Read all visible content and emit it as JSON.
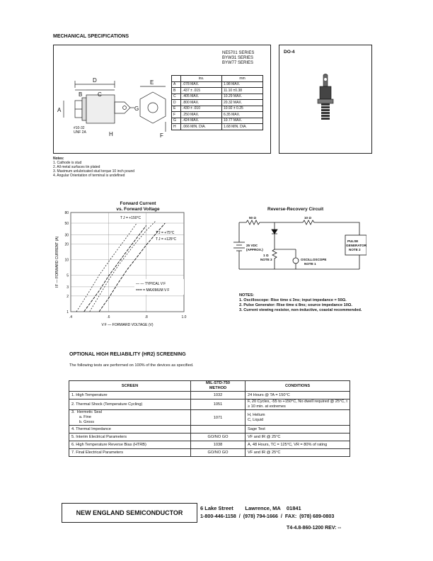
{
  "mech": {
    "title": "MECHANICAL SPECIFICATIONS",
    "series": [
      "NE5701 SERIES",
      "BYW31 SERIES",
      "BYW77 SERIES"
    ],
    "dim_header": [
      "",
      "ins.",
      "mm"
    ],
    "dims": [
      [
        "A",
        ".078 MAX.",
        "1.98 MAX."
      ],
      [
        "B",
        ".437 ± .015",
        "11.10 ±0.38"
      ],
      [
        "C",
        ".405 MAX.",
        "10.29 MAX."
      ],
      [
        "D",
        ".800 MAX.",
        "20.32 MAX."
      ],
      [
        "E",
        ".430 ± .010",
        "10.92 ± 0.25"
      ],
      [
        "F",
        ".250 MAX.",
        "6.35 MAX."
      ],
      [
        "G",
        ".424 MAX.",
        "10.77 MAX."
      ],
      [
        "H",
        ".066 MIN. DIA.",
        "1.68 MIN. DIA."
      ]
    ],
    "drawing_labels": {
      "a": "A",
      "b": "B",
      "c": "C",
      "d": "D",
      "e": "E",
      "f": "F",
      "g": "G",
      "h": "H",
      "thread": "#10-32\nUNF 2A"
    },
    "package": "DO-4",
    "notes_title": "Notes:",
    "notes": [
      "1.  Cathode is stud",
      "2.  All metal surfaces tin plated",
      "3.  Maximum unlubricated stud torque 10 inch pound",
      "4.  Angular Orientation of terminal is undefined"
    ]
  },
  "chart_data": {
    "type": "line",
    "title": "Forward Current\nvs. Forward Voltage",
    "xlabel": "V F — FORWARD VOLTAGE (V)",
    "ylabel": "I F — FORWARD CURRENT (A)",
    "x_ticks": [
      ".4",
      ".6",
      ".8",
      "1.0"
    ],
    "y_ticks": [
      "80",
      "50",
      "30",
      "20",
      "10",
      "5",
      "3",
      "2",
      "1"
    ],
    "xlim": [
      0.4,
      1.0
    ],
    "ylim": [
      1,
      80
    ],
    "yscale": "log",
    "curve_labels": [
      "T J = +150°C",
      "T J = +75°C",
      "T J = +125°C"
    ],
    "legend": [
      "— — TYPICAL V F",
      "=== = MAXIMUM V F"
    ],
    "series": [
      {
        "name": "T J = +150°C",
        "style": "typical",
        "x": [
          0.43,
          0.5,
          0.55,
          0.6,
          0.65,
          0.7,
          0.75
        ],
        "y": [
          1,
          2.5,
          5,
          9,
          16,
          28,
          50
        ]
      },
      {
        "name": "T J = +125°C",
        "style": "typical",
        "x": [
          0.5,
          0.55,
          0.6,
          0.65,
          0.7,
          0.75,
          0.8,
          0.85
        ],
        "y": [
          1,
          2,
          4,
          7.5,
          13,
          22,
          36,
          55
        ]
      },
      {
        "name": "T J = +150°C",
        "style": "maximum",
        "x": [
          0.47,
          0.55,
          0.6,
          0.65,
          0.7,
          0.75,
          0.8
        ],
        "y": [
          1,
          2.5,
          4.8,
          8.5,
          15,
          26,
          45
        ]
      },
      {
        "name": "T J = +125°C",
        "style": "maximum",
        "x": [
          0.55,
          0.6,
          0.65,
          0.7,
          0.75,
          0.8,
          0.85,
          0.9
        ],
        "y": [
          1,
          1.8,
          3.5,
          6.5,
          11,
          19,
          31,
          50
        ]
      }
    ]
  },
  "circuit": {
    "title": "Reverse-Recovery Circuit",
    "r1": "50 Ω",
    "r2": "10 Ω",
    "r3": "1 Ω\nNOTE 3",
    "source": "25 VDC\n(APPROX.)",
    "pulse": "PULSE\nGENERATOR\nNOTE 2",
    "scope": "OSCILLOSCOPE\nNOTE 1",
    "notes_title": "NOTES:",
    "notes": [
      "1.  Oscilloscope: Rise time ≤ 3ns; input impedance = 50Ω.",
      "2.  Pulse Generator: Rise time ≤ 8ns; source impedance 10Ω.",
      "3.  Current viewing resistor, non-inductive, coaxial recommended."
    ]
  },
  "screening": {
    "title": "OPTIONAL HIGH RELIABILITY (HR2) SCREENING",
    "intro": "The following tests are performed on 100% of the devices as specified.",
    "headers": [
      "SCREEN",
      "MIL-STD-750\nMETHOD",
      "CONDITIONS"
    ],
    "rows": [
      {
        "screen": "1.  High Temperature",
        "method": "1032",
        "cond": "24 Hours @ TA = 150°C"
      },
      {
        "screen": "2.  Thermal Shock (Temperature Cycling)",
        "method": "1051",
        "cond": "F, 20 Cycles, -55 to +150°C, No dwell required @ 25°C, t ≥ 10 min. at extremes"
      },
      {
        "screen": "3.  Hermetic Seal\n       a. Fine\n       b. Gross",
        "method": "1071",
        "cond": "H, Helium\nC, Liquid"
      },
      {
        "screen": "4.  Thermal Impedance",
        "method": "",
        "cond": "Sage Test"
      },
      {
        "screen": "5.  Interim Electrical Parameters",
        "method": "GO/NO GO",
        "cond": "VF and IR @ 25°C"
      },
      {
        "screen": "6.  High Temperature Reverse Bias (HTRB)",
        "method": "1038",
        "cond": "A, 48 Hours, TC = 125°C, VR = 80% of rating"
      },
      {
        "screen": "7.  Final Electrical Parameters",
        "method": "GO/NO GO",
        "cond": "VF and IR @ 25°C"
      }
    ]
  },
  "footer": {
    "company": "NEW ENGLAND SEMICONDUCTOR",
    "address": "6 Lake Street        Lawrence, MA    01841",
    "phones": "1-800-446-1158  /  (978) 794-1666  /  FAX:  (978) 689-0803",
    "docno": "T4-4.8-860-1200  REV: --"
  }
}
